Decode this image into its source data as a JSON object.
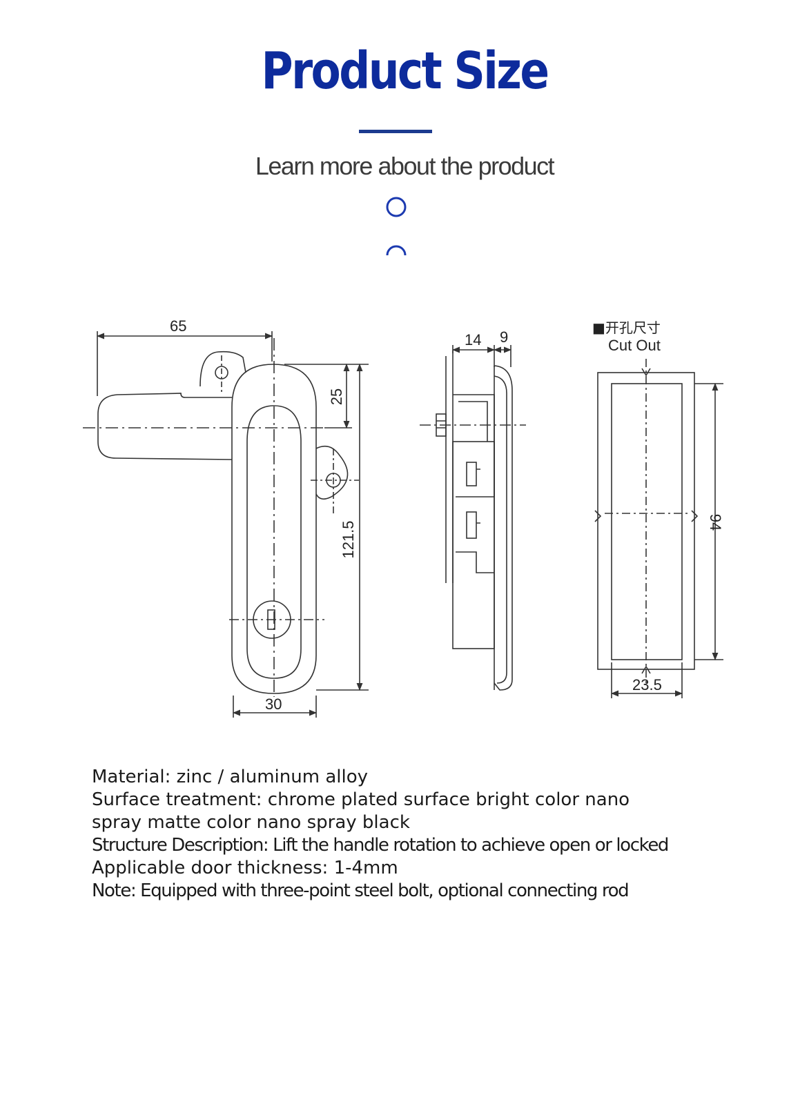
{
  "header": {
    "title": "Product Size",
    "subtitle": "Learn more about the product",
    "accent_color": "#0d2b9c",
    "scroll_icons": [
      "circle-icon",
      "arc-icon"
    ]
  },
  "diagram": {
    "front_view": {
      "dim_width": "65",
      "dim_top": "25",
      "dim_height": "121.5",
      "dim_body_width": "30"
    },
    "side_view": {
      "dim_depth_a": "14",
      "dim_depth_b": "9"
    },
    "cutout": {
      "label_cn": "■开孔尺寸",
      "label_en": "Cut Out",
      "dim_height": "94",
      "dim_width": "23.5"
    }
  },
  "specs": [
    "Material: zinc / aluminum alloy",
    "Surface treatment: chrome plated surface bright color nano",
    "spray matte color nano spray black",
    "Structure Description: Lift the handle rotation to achieve open or locked",
    "Applicable door thickness: 1-4mm",
    "Note: Equipped with three-point steel bolt, optional connecting rod"
  ]
}
